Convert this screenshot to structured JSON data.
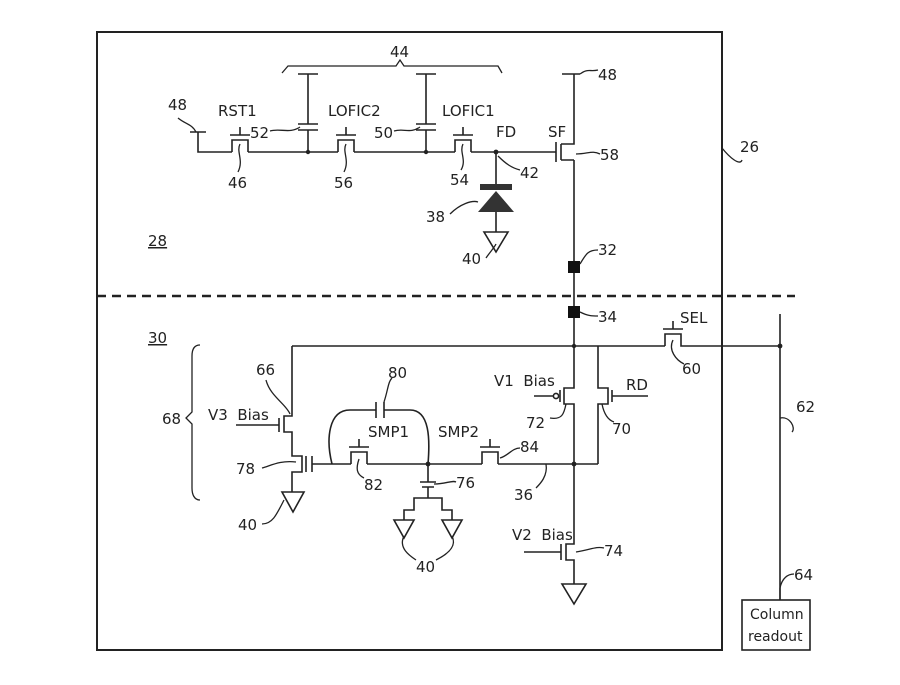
{
  "figure": {
    "regions": {
      "upper_chip": {
        "ref": "26",
        "region_label": "28"
      },
      "lower_chip": {
        "region_label": "30"
      }
    },
    "labels": {
      "rst1": "RST1",
      "lofic2": "LOFIC2",
      "lofic1": "LOFIC1",
      "fd": "FD",
      "sf": "SF",
      "sel": "SEL",
      "rd": "RD",
      "v1_bias": "V1  Bias",
      "v2_bias": "V2  Bias",
      "v3_bias": "V3  Bias",
      "smp1": "SMP1",
      "smp2": "SMP2",
      "column_readout_line1": "Column",
      "column_readout_line2": "readout"
    },
    "refs": {
      "r26": "26",
      "r28": "28",
      "r30": "30",
      "r32": "32",
      "r34": "34",
      "r36": "36",
      "r38": "38",
      "r40_fd": "40",
      "r40_78": "40",
      "r40_76": "40",
      "r42": "42",
      "r44": "44",
      "r46": "46",
      "r48_left": "48",
      "r48_right": "48",
      "r50": "50",
      "r52": "52",
      "r54": "54",
      "r56": "56",
      "r58": "58",
      "r60": "60",
      "r62": "62",
      "r64": "64",
      "r66": "66",
      "r68": "68",
      "r70": "70",
      "r72": "72",
      "r74": "74",
      "r76": "76",
      "r78": "78",
      "r80": "80",
      "r82": "82",
      "r84": "84"
    }
  }
}
